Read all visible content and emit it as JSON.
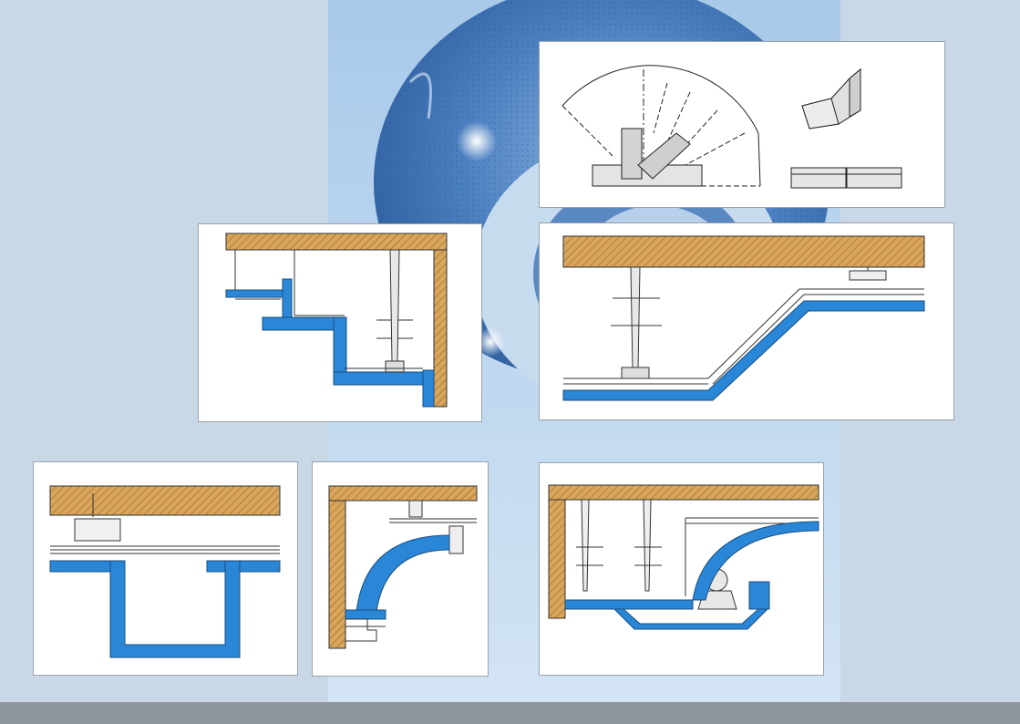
{
  "colors": {
    "page_background": "#c9d8e6",
    "backdrop_gradient_top": "#a9c9ea",
    "backdrop_gradient_bottom": "#d3e4f4",
    "disc_dark": "#3f73b5",
    "disc_light": "#7fa9d9",
    "panel_background": "#ffffff",
    "duct_blue": "#2a86d6",
    "ceiling_hatch": "#d9a55a",
    "line": "#222222",
    "footer": "#8f959c"
  },
  "panels": [
    {
      "name": "bend-angle-diagram",
      "content": "arc-fitting-and-elbow-profiles"
    },
    {
      "name": "stepped-ceiling-duct",
      "content": "duct-stepping-down-near-wall"
    },
    {
      "name": "inclined-duct-run",
      "content": "duct-sloping-between-two-levels"
    },
    {
      "name": "u-drop-duct",
      "content": "duct-dropping-in-u-shape"
    },
    {
      "name": "curved-wall-duct",
      "content": "curved-duct-along-wall-corner"
    },
    {
      "name": "curved-drop-with-fan",
      "content": "curved-duct-dropping-to-fan-unit"
    }
  ]
}
